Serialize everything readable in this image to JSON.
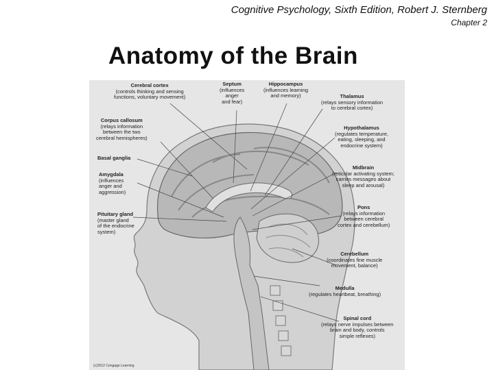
{
  "header": {
    "book": "Cognitive Psychology, Sixth Edition, Robert J. Sternberg",
    "chapter": "Chapter 2"
  },
  "title": "Anatomy of the Brain",
  "figure": {
    "copyright": "(c)2012 Cengage Learning",
    "labels": {
      "cerebral_cortex": {
        "name": "Cerebral cortex",
        "desc": [
          "(controls thinking and sensing",
          "functions, voluntary movement)"
        ]
      },
      "septum": {
        "name": "Septum",
        "desc": [
          "(influences",
          "anger",
          "and fear)"
        ]
      },
      "hippocampus": {
        "name": "Hippocampus",
        "desc": [
          "(influences learning",
          "and memory)"
        ]
      },
      "thalamus": {
        "name": "Thalamus",
        "desc": [
          "(relays sensory information",
          "to cerebral cortex)"
        ]
      },
      "corpus_callosum": {
        "name": "Corpus callosum",
        "desc": [
          "(relays information",
          "between the two",
          "cerebral hemispheres)"
        ]
      },
      "hypothalamus": {
        "name": "Hypothalamus",
        "desc": [
          "(regulates temperature,",
          "eating, sleeping, and",
          "endocrine system)"
        ]
      },
      "basal_ganglia": {
        "name": "Basal ganglia",
        "desc": []
      },
      "midbrain": {
        "name": "Midbrain",
        "desc": [
          "(reticular activating system;",
          "carries messages about",
          "sleep and arousal)"
        ]
      },
      "amygdala": {
        "name": "Amygdala",
        "desc": [
          "(influences",
          "anger and",
          "aggression)"
        ]
      },
      "pons": {
        "name": "Pons",
        "desc": [
          "(relays information",
          "between cerebral",
          "cortex and cerebellum)"
        ]
      },
      "pituitary": {
        "name": "Pituitary gland",
        "desc": [
          "(master gland",
          "of the endocrine",
          "system)"
        ]
      },
      "cerebellum": {
        "name": "Cerebellum",
        "desc": [
          "(coordinates fine muscle",
          "movement, balance)"
        ]
      },
      "medulla": {
        "name": "Medulla",
        "desc": [
          "(regulates heartbeat, breathing)"
        ]
      },
      "spinal_cord": {
        "name": "Spinal cord",
        "desc": [
          "(relays nerve impulses between",
          "brain and body, controls",
          "simple reflexes)"
        ]
      }
    }
  }
}
